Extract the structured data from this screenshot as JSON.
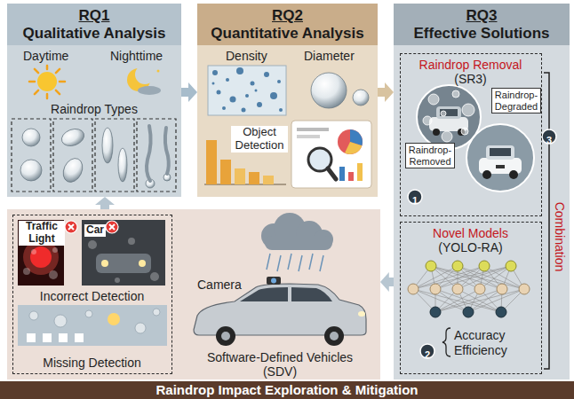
{
  "diagram": {
    "nodes": [
      {
        "text": [
          "RQ1",
          "Qualitative Analysis"
        ]
      },
      {
        "text": [
          "RQ2",
          "Quantitative Analysis"
        ]
      },
      {
        "text": [
          "RQ3",
          "Effective Solutions"
        ]
      },
      {
        "text": [
          "Software-Defined Vehicles (SDV)"
        ]
      },
      {
        "text": [
          "Incorrect Detection",
          "Missing Detection"
        ],
        "in": 3
      },
      {
        "text": [
          "Raindrop Removal",
          "(SR3)"
        ],
        "in": 2
      },
      {
        "text": [
          "Raindrop-Degraded"
        ],
        "in": 5
      },
      {
        "text": [
          "Raindrop-Removed"
        ],
        "in": 5
      },
      {
        "text": [
          "Novel Models",
          "(YOLO-RA)"
        ],
        "in": 2
      },
      {
        "text": [
          "Raindrop Impact Exploration & Mitigation"
        ]
      }
    ],
    "edges": [
      {
        "from": 0,
        "to": 1,
        "arrow": "to"
      },
      {
        "from": 1,
        "to": 2,
        "arrow": "to"
      },
      {
        "from": 2,
        "to": 3,
        "arrow": "to"
      },
      {
        "from": 3,
        "to": 0,
        "arrow": "to"
      }
    ],
    "labels": [
      "Daytime",
      "Nighttime",
      "Raindrop Types",
      "Density",
      "Diameter",
      "Object Detection",
      "Traffic Light",
      "Car",
      "Camera",
      "1",
      "2",
      "3",
      "Accuracy",
      "Efficiency",
      "Combination"
    ]
  }
}
